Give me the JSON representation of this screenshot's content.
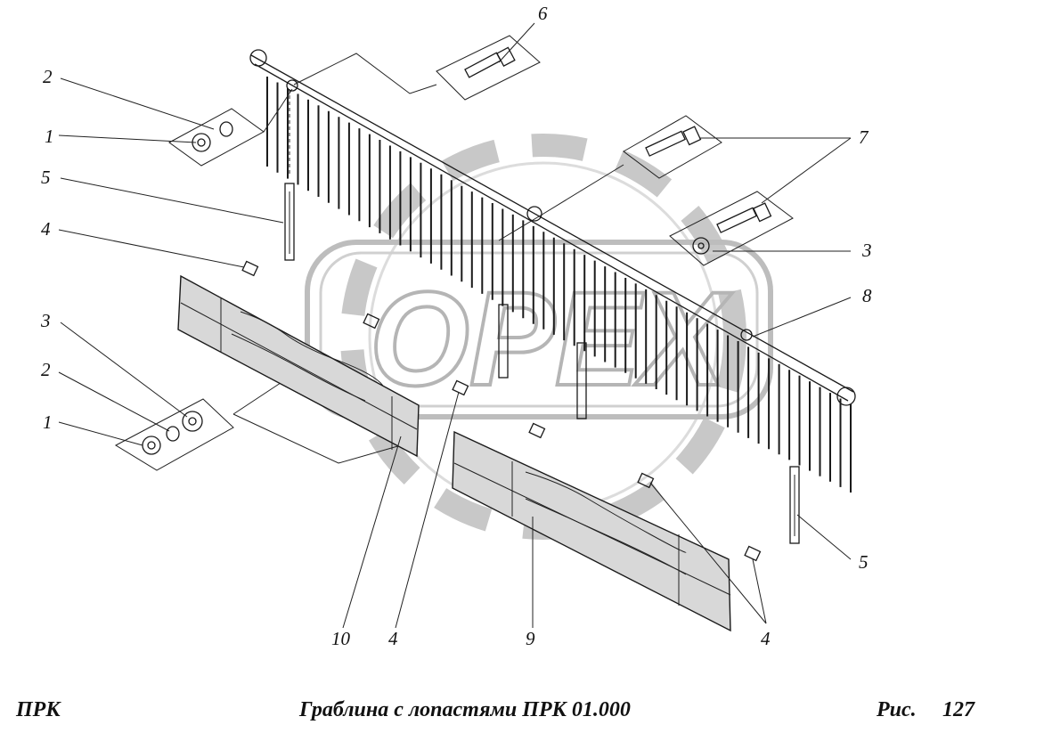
{
  "callouts": [
    "1",
    "2",
    "3",
    "4",
    "5",
    "6",
    "7",
    "8",
    "9",
    "10"
  ],
  "watermark": {
    "text": "OPEX",
    "color": "#c8c8c8"
  },
  "footer": {
    "left": "ПРК",
    "title": "Граблина с лопастями ПРК 01.000",
    "fig_label": "Рис.",
    "fig_number": "127"
  },
  "colors": {
    "ink": "#1a1a1a",
    "plate": "#d8d8d8",
    "watermark": "#c8c8c8",
    "background": "#ffffff"
  }
}
